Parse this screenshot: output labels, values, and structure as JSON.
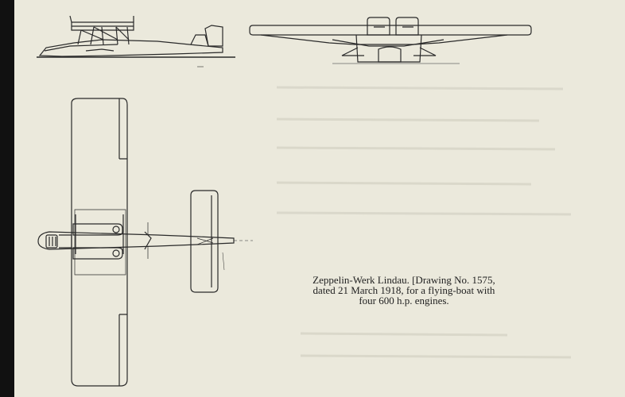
{
  "caption": {
    "line1": "Zeppelin-Werk Lindau. [Drawing No. 1575,",
    "line2": "dated 21 March 1918, for a flying-boat with",
    "line3": "four 600 h.p. engines."
  },
  "colors": {
    "paper": "#ebe9dc",
    "ink": "#2a2a2a",
    "margin": "#111111"
  }
}
